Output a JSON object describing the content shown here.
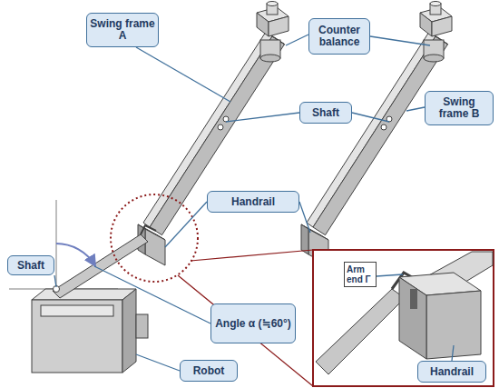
{
  "diagram": {
    "nodes": [
      {
        "text": [
          "Swing frame A"
        ]
      },
      {
        "text": [
          "Counter balance"
        ]
      },
      {
        "text": [
          "Shaft"
        ]
      },
      {
        "text": [
          "Swing frame B"
        ]
      },
      {
        "text": [
          "Handrail"
        ]
      },
      {
        "text": [
          "Shaft"
        ]
      },
      {
        "text": [
          "Angle α (≒60°)"
        ]
      },
      {
        "text": [
          "Robot"
        ]
      },
      {
        "text": [
          "Handrail"
        ]
      }
    ],
    "labels": [
      "Arm end Γ"
    ]
  }
}
